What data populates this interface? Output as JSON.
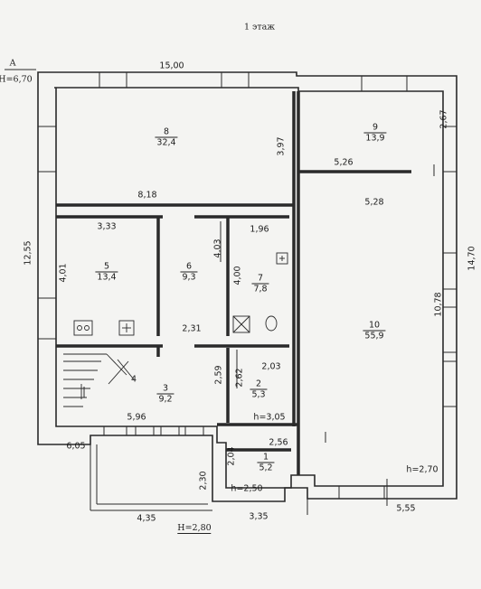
{
  "plan": {
    "title": "1 этаж",
    "section_mark": "A",
    "heights": {
      "top_left": "H=6,70",
      "bottom": "H=2,80",
      "room_1": "h=2,50",
      "right_bottom": "h=2,70",
      "vestibule_top": "h=3,05"
    }
  },
  "rooms": [
    {
      "number": "8",
      "area": "32,4"
    },
    {
      "number": "9",
      "area": "13,9"
    },
    {
      "number": "5",
      "area": "13,4"
    },
    {
      "number": "6",
      "area": "9,3"
    },
    {
      "number": "7",
      "area": "7,8"
    },
    {
      "number": "10",
      "area": "55,9"
    },
    {
      "number": "3",
      "area": "9,2"
    },
    {
      "number": "2",
      "area": "5,3"
    },
    {
      "number": "1",
      "area": "5,2"
    }
  ],
  "dimensions": [
    "15,00",
    "3,97",
    "2,67",
    "5,26",
    "5,28",
    "8,18",
    "3,33",
    "1,96",
    "4,03",
    "4,00",
    "12,55",
    "4,01",
    "2,31",
    "14,70",
    "10,78",
    "2,59",
    "2,62",
    "2,03",
    "5,96",
    "6,05",
    "2,56",
    "2,04",
    "2,30",
    "4,35",
    "3,35",
    "5,55",
    "4"
  ]
}
